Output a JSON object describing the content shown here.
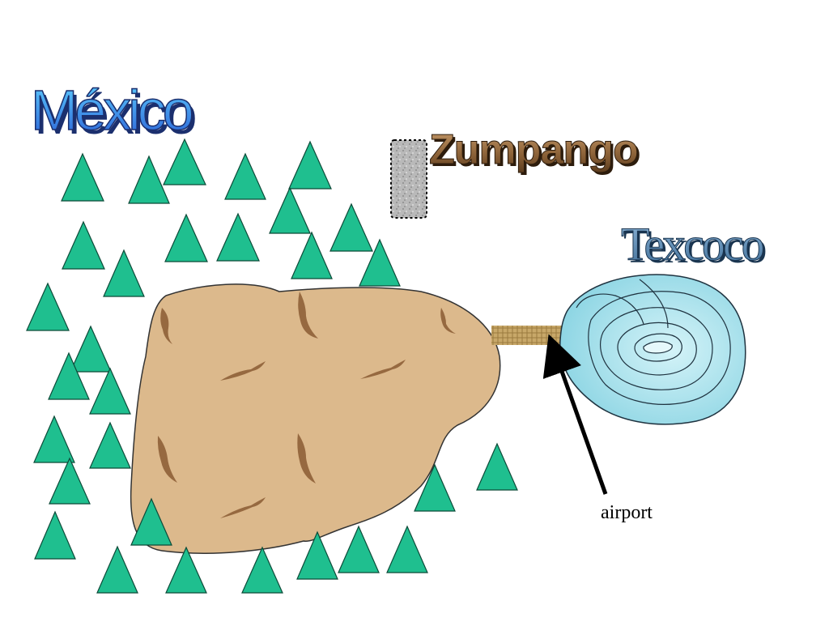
{
  "labels": {
    "mexico": "México",
    "zumpango": "Zumpango",
    "texcoco": "Texcoco",
    "airport": "airport"
  },
  "colors": {
    "mountain_fill": "#1fbf8f",
    "mountain_stroke": "#0c4a38",
    "city_fill": "#dcb98c",
    "city_stroke": "#333333",
    "lake_fill": "#a9e3ec",
    "lake_stroke": "#1f3340",
    "mexico_text": "#3b82e0",
    "zumpango_text": "#9b7448",
    "texcoco_text": "#5a86b0",
    "airport_strip": "#c8a869",
    "zumpango_block": "#b8b8b8",
    "arrow": "#000000"
  },
  "icons": {
    "mountain": "triangle-mountain-icon",
    "fossil_fish": "fish-fossil-icon",
    "arrow": "arrow-up-icon"
  }
}
